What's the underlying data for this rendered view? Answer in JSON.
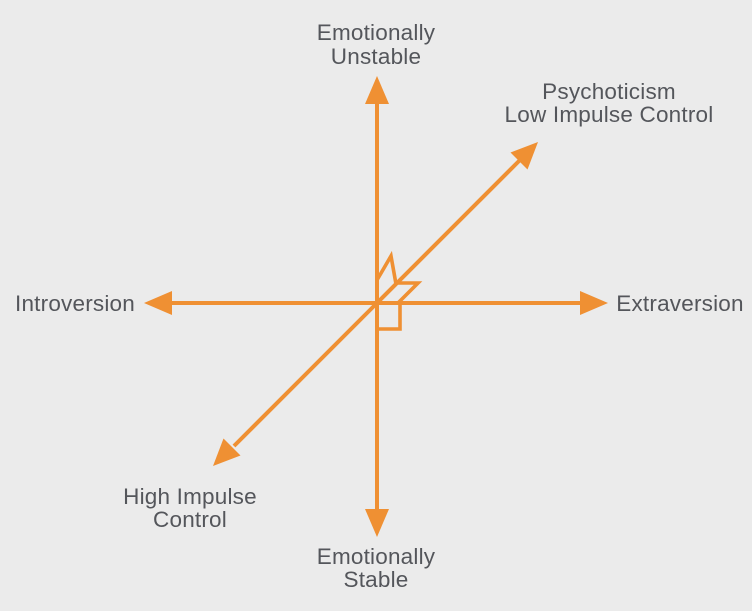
{
  "page": {
    "background_color": "#EBEBEB"
  },
  "diagram": {
    "type": "three-axis-personality-diagram",
    "accent_color": "#EF9033",
    "text_color": "#54565B",
    "center_symbols": [
      "right-angle-marker-vertical-diagonal",
      "right-angle-marker-diagonal-horizontal",
      "right-angle-marker-vertical-horizontal"
    ],
    "labels": {
      "up": {
        "lines": [
          "Emotionally",
          "Unstable"
        ]
      },
      "down": {
        "lines": [
          "Emotionally",
          "Stable"
        ]
      },
      "left": {
        "lines": [
          "Introversion"
        ]
      },
      "right": {
        "lines": [
          "Extraversion"
        ]
      },
      "diagonal_up": {
        "lines": [
          "Psychoticism",
          "Low Impulse Control"
        ]
      },
      "diagonal_down": {
        "lines": [
          "High Impulse",
          "Control"
        ]
      }
    }
  }
}
